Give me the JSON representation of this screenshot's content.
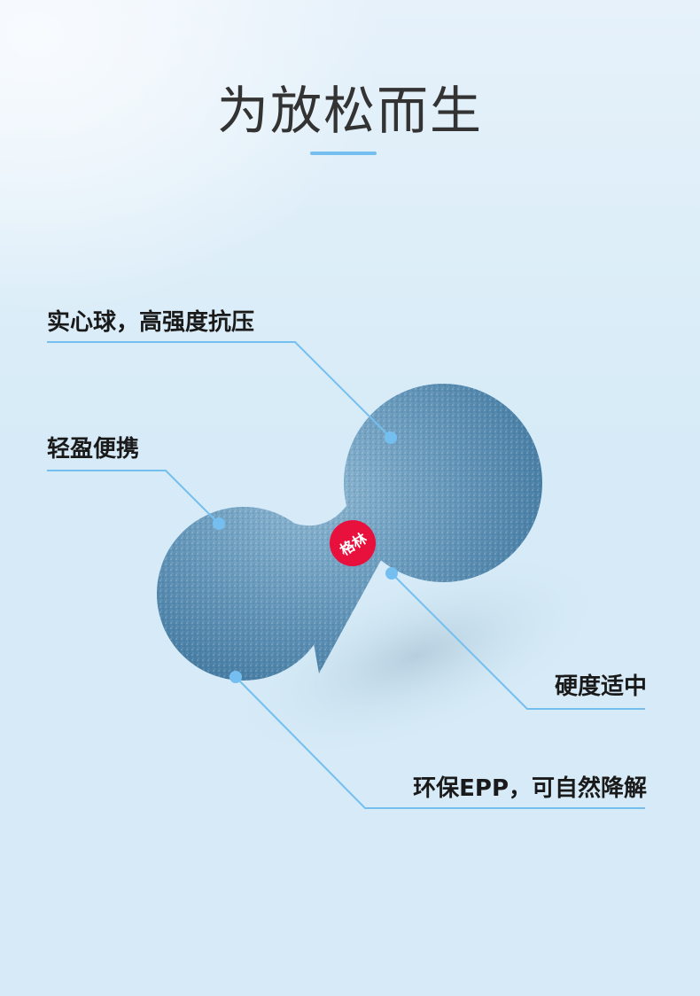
{
  "header": {
    "title": "为放松而生",
    "underline_color": "#74bff0"
  },
  "product": {
    "name": "peanut-massage-ball",
    "color": "#5a8fb3",
    "badge_text": "格林",
    "badge_color": "#e8103c"
  },
  "features": [
    {
      "label": "实心球，高强度抗压",
      "side": "left"
    },
    {
      "label": "轻盈便携",
      "side": "left"
    },
    {
      "label": "硬度适中",
      "side": "right"
    },
    {
      "label": "环保EPP，可自然降解",
      "side": "right"
    }
  ],
  "colors": {
    "background": "#d6ebf7",
    "callout_line": "#74bff0",
    "text": "#1a1a1a",
    "title_text": "#333333"
  }
}
